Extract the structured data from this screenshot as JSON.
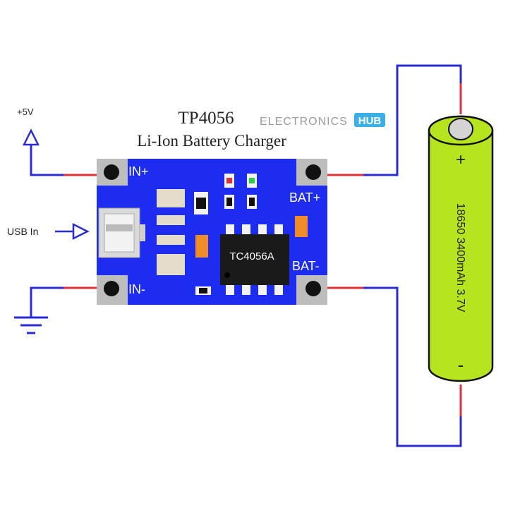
{
  "title": {
    "main": "TP4056",
    "subtitle": "Li-Ion Battery Charger"
  },
  "brand": {
    "prefix": "ELECTRONICS",
    "suffix": "HUB",
    "color": "#3ab0e6"
  },
  "power": {
    "supply_label": "+5V",
    "usb_label": "USB In"
  },
  "board": {
    "pin_in_plus": "IN+",
    "pin_in_minus": "IN-",
    "pin_bat_plus": "BAT+",
    "pin_bat_minus": "BAT-",
    "chip_label": "TC4056A",
    "color": "#1c2cf0"
  },
  "battery": {
    "label": "18650 3400mAh 3.7V",
    "plus_sign": "+",
    "minus_sign": "-",
    "color": "#b6e41e"
  },
  "colors": {
    "wire_blue": "#2b2bd6",
    "wire_red": "#e0303a",
    "chip": "#1a1a1a",
    "pad": "#bdbdbd"
  }
}
